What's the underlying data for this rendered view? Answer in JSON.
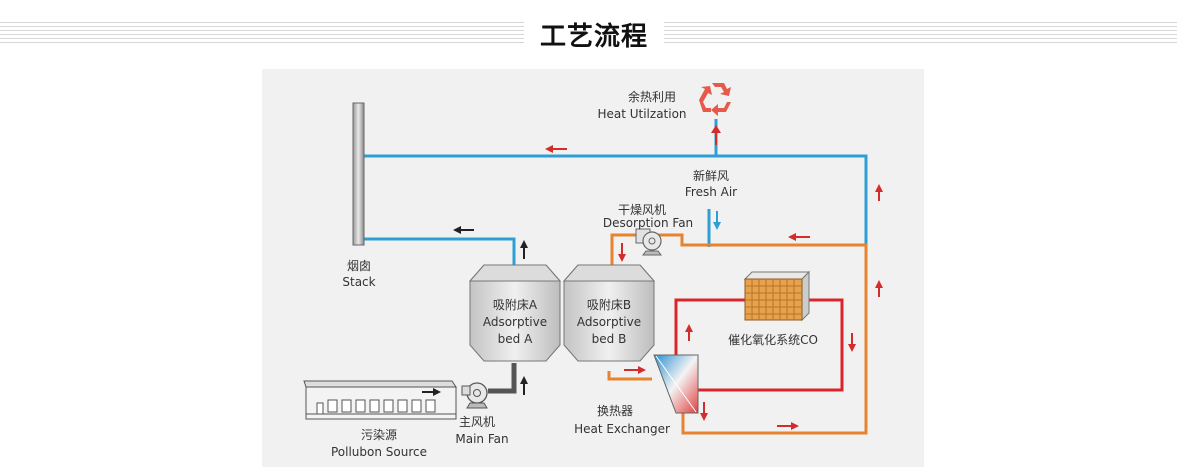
{
  "title": "工艺流程",
  "labels": {
    "heat_util_cn": "余热利用",
    "heat_util_en": "Heat Utilzation",
    "fresh_air_cn": "新鲜风",
    "fresh_air_en": "Fresh Air",
    "desorption_fan_cn": "干燥风机",
    "desorption_fan_en": "Desorption Fan",
    "stack_cn": "烟囱",
    "stack_en": "Stack",
    "bed_a_cn": "吸附床A",
    "bed_a_en1": "Adsorptive",
    "bed_a_en2": "bed A",
    "bed_b_cn": "吸附床B",
    "bed_b_en1": "Adsorptive",
    "bed_b_en2": "bed B",
    "catalytic": "催化氧化系统CO",
    "heat_exchanger_cn": "换热器",
    "heat_exchanger_en": "Heat Exchanger",
    "main_fan_cn": "主风机",
    "main_fan_en": "Main Fan",
    "source_cn": "污染源",
    "source_en": "Pollubon Source"
  },
  "colors": {
    "blue_pipe": "#2e9fd4",
    "orange_pipe": "#e8822e",
    "red_pipe": "#d8262c",
    "dark_pipe": "#555555",
    "red_arrow": "#d52b2b",
    "dark_arrow": "#222222",
    "background": "#f1f1f1"
  },
  "icons": {
    "recycle": "recycle-icon",
    "fan": "fan-icon"
  }
}
